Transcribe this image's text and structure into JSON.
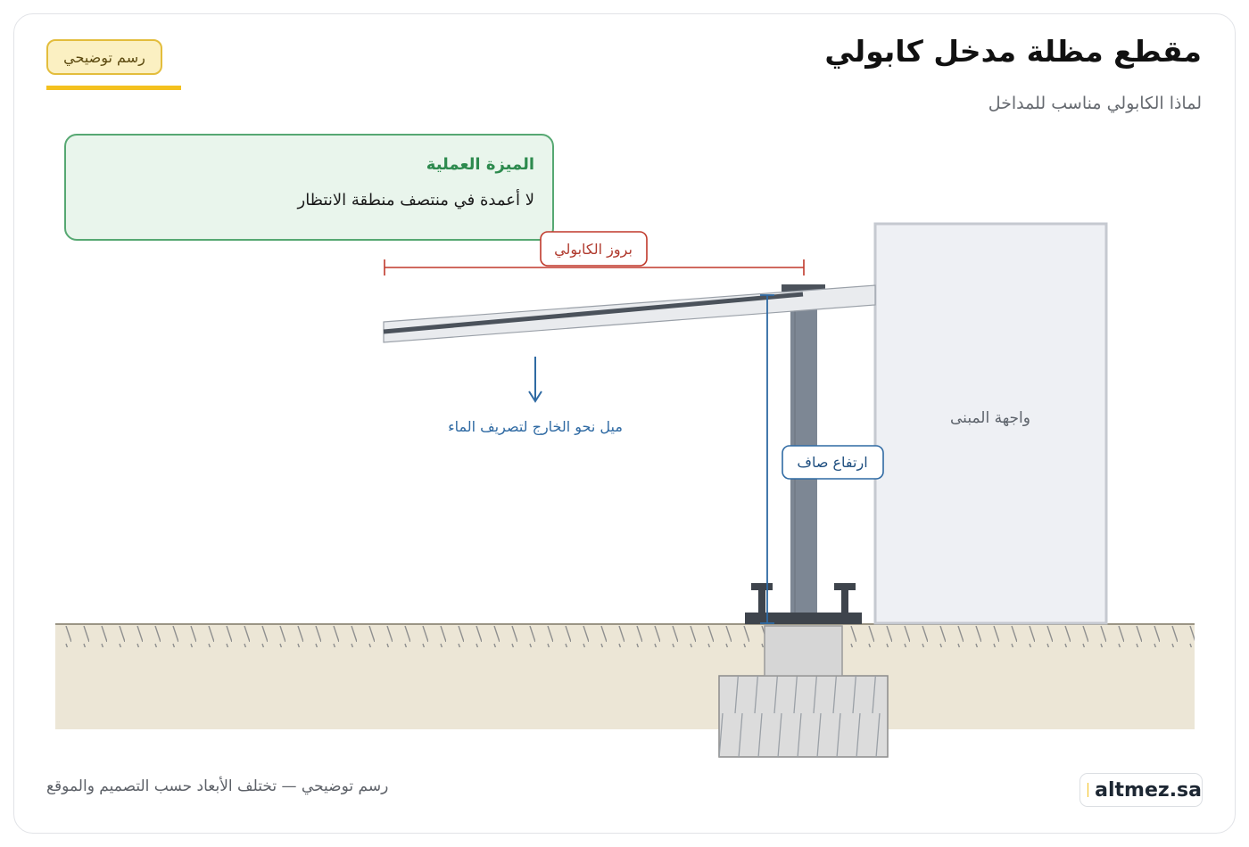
{
  "header": {
    "title": "مقطع مظلة مدخل كابولي",
    "subtitle": "لماذا الكابولي مناسب للمداخل",
    "badge": "رسم توضيحي"
  },
  "benefit": {
    "title": "الميزة العملية",
    "text": "لا أعمدة في منتصف منطقة الانتظار"
  },
  "labels": {
    "overhang": "بروز الكابولي",
    "slope": "ميل نحو الخارج لتصريف الماء",
    "clearance": "ارتفاع صاف",
    "facade": "واجهة المبنى"
  },
  "footer": {
    "note": "رسم توضيحي — تختلف الأبعاد حسب التصميم والموقع",
    "brand": "altmez.sa"
  },
  "colors": {
    "accent_yellow": "#f4c11e",
    "benefit_green": "#2d8a4e",
    "dimension_red": "#c0392b",
    "annotation_blue": "#2f6aa3",
    "column_gray": "#7d8794",
    "ground": "#ece6d6"
  }
}
